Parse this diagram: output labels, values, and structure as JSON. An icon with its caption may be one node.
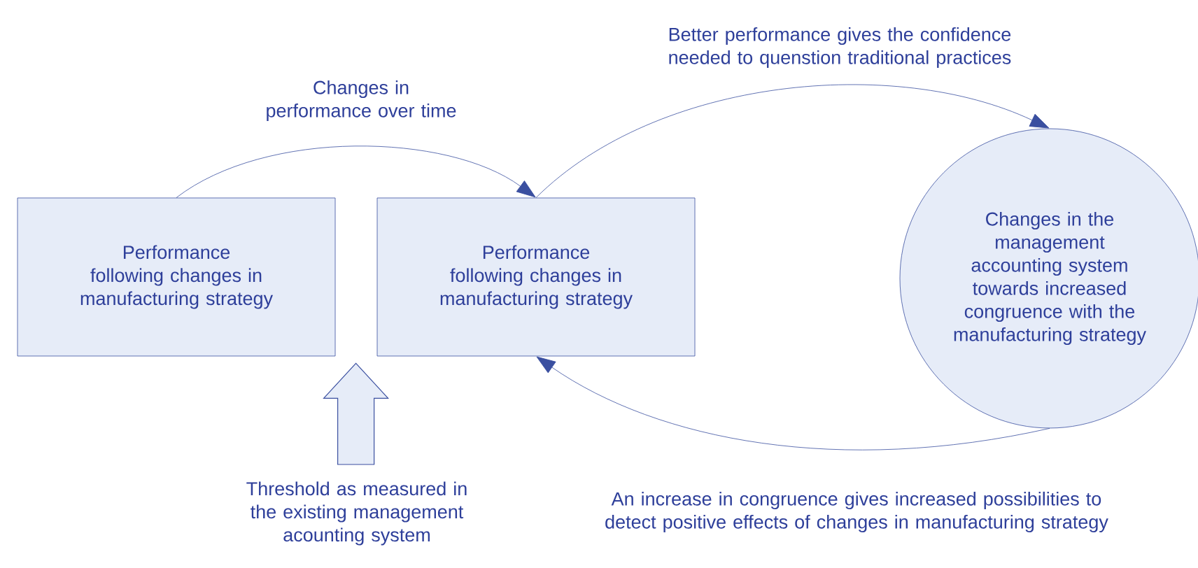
{
  "diagram": {
    "nodes": [
      {
        "text": [
          "Performance following changes in manufacturing strategy"
        ]
      },
      {
        "text": [
          "Performance following changes in manufacturing strategy"
        ]
      },
      {
        "text": [
          "Changes in the management accounting system towards increased congruence with the manufacturing strategy"
        ]
      },
      {
        "text": [
          "Threshold as measured in the existing management acounting system"
        ]
      }
    ],
    "edges": [
      {
        "from": 0,
        "to": 1,
        "arrow": "to",
        "label": "Changes in performance over time"
      },
      {
        "from": 1,
        "to": 2,
        "arrow": "to",
        "label": "Better performance gives the confidence needed to quenstion traditional practices"
      },
      {
        "from": 2,
        "to": 1,
        "arrow": "to",
        "label": "An increase in congruence gives increased possibilities to detect positive effects of changes in manufacturing strategy"
      },
      {
        "from": 3,
        "to": 1,
        "arrow": "to",
        "style": "thick"
      }
    ]
  }
}
